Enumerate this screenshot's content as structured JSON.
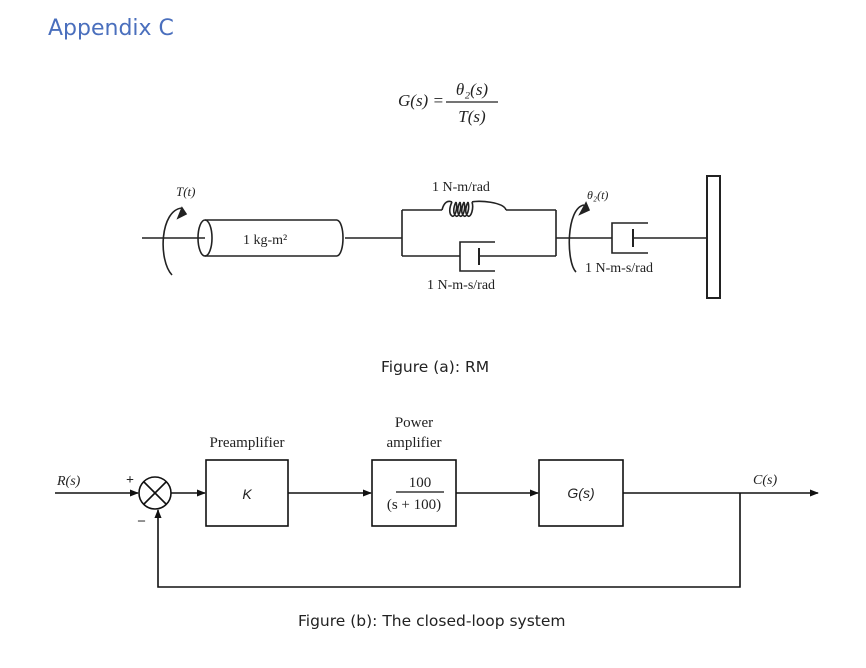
{
  "heading": "Appendix C",
  "equation": {
    "lhs": "G(s) =",
    "numerator": "θ₂(s)",
    "denominator": "T(s)"
  },
  "figure_a": {
    "caption": "Figure (a):  RM",
    "torque_label": "T(t)",
    "inertia_label": "1 kg-m²",
    "spring_label": "1 N-m/rad",
    "damper1_label": "1 N-m-s/rad",
    "theta_label": "θ₂(t)",
    "damper2_label": "1 N-m-s/rad"
  },
  "figure_b": {
    "caption": "Figure (b): The closed-loop system",
    "input_label": "R(s)",
    "output_label": "C(s)",
    "plus_sign": "+",
    "minus_sign": "–",
    "preamp_title": "Preamplifier",
    "preamp_gain": "K",
    "power_amp_title_line1": "Power",
    "power_amp_title_line2": "amplifier",
    "power_amp_num": "100",
    "power_amp_den": "(s + 100)",
    "plant_label": "G(s)"
  }
}
